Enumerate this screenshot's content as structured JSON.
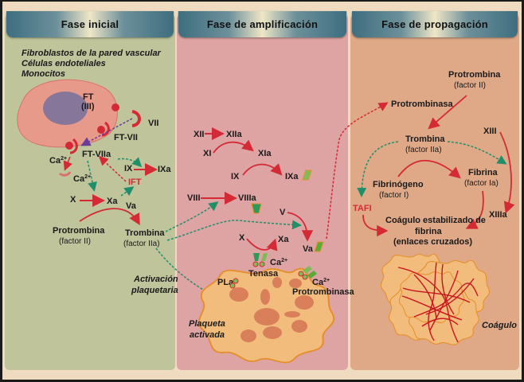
{
  "phases": [
    {
      "title": "Fase inicial"
    },
    {
      "title": "Fase de amplificación"
    },
    {
      "title": "Fase de propagación"
    }
  ],
  "initial": {
    "cell_types": [
      "Fibroblastos de la pared vascular",
      "Células endoteliales",
      "Monocitos"
    ],
    "ft": "FT",
    "ft_sub": "(III)",
    "vii": "VII",
    "ft_vii": "FT-VII",
    "ft_viia": "FT-VIIa",
    "ca1": "Ca",
    "ca2": "Ca",
    "ca_sup": "2+",
    "ix": "IX",
    "ixa": "IXa",
    "ift": "IFT",
    "x": "X",
    "xa": "Xa",
    "va": "Va",
    "protrombina": "Protrombina",
    "protrombina_sub": "(factor II)",
    "trombina": "Trombina",
    "trombina_sub": "(factor IIa)",
    "activacion": [
      "Activación",
      "plaquetaria"
    ]
  },
  "amplification": {
    "xii": "XII",
    "xiia": "XIIa",
    "xi": "XI",
    "xia": "XIa",
    "ix": "IX",
    "ixa": "IXa",
    "viii": "VIII",
    "viiia": "VIIIa",
    "v": "V",
    "va": "Va",
    "x": "X",
    "xa": "Xa",
    "ca1": "Ca",
    "ca2": "Ca",
    "ca_sup": "2+",
    "tenasa": "Tenasa",
    "pla": "PLa",
    "protrombinasa": "Protrombinasa",
    "plaqueta": [
      "Plaqueta",
      "activada"
    ]
  },
  "propagation": {
    "protrombina": "Protrombina",
    "protrombina_sub": "(factor II)",
    "protrombinasa": "Protrombinasa",
    "trombina": "Trombina",
    "trombina_sub": "(factor IIa)",
    "xiii": "XIII",
    "xiiia": "XIIIa",
    "fibrinogeno": "Fibrinógeno",
    "fibrinogeno_sub": "(factor I)",
    "fibrina": "Fibrina",
    "fibrina_sub": "(factor Ia)",
    "tafi": "TAFI",
    "coagulo_estab": [
      "Coágulo estabilizado de",
      "fibrina",
      "(enlaces cruzados)"
    ],
    "coagulo": "Coágulo"
  },
  "colors": {
    "activation_arrow": "#d42a35",
    "feedback_arrow": "#1f8f6a",
    "ft_arrow": "#6a3c9a"
  }
}
